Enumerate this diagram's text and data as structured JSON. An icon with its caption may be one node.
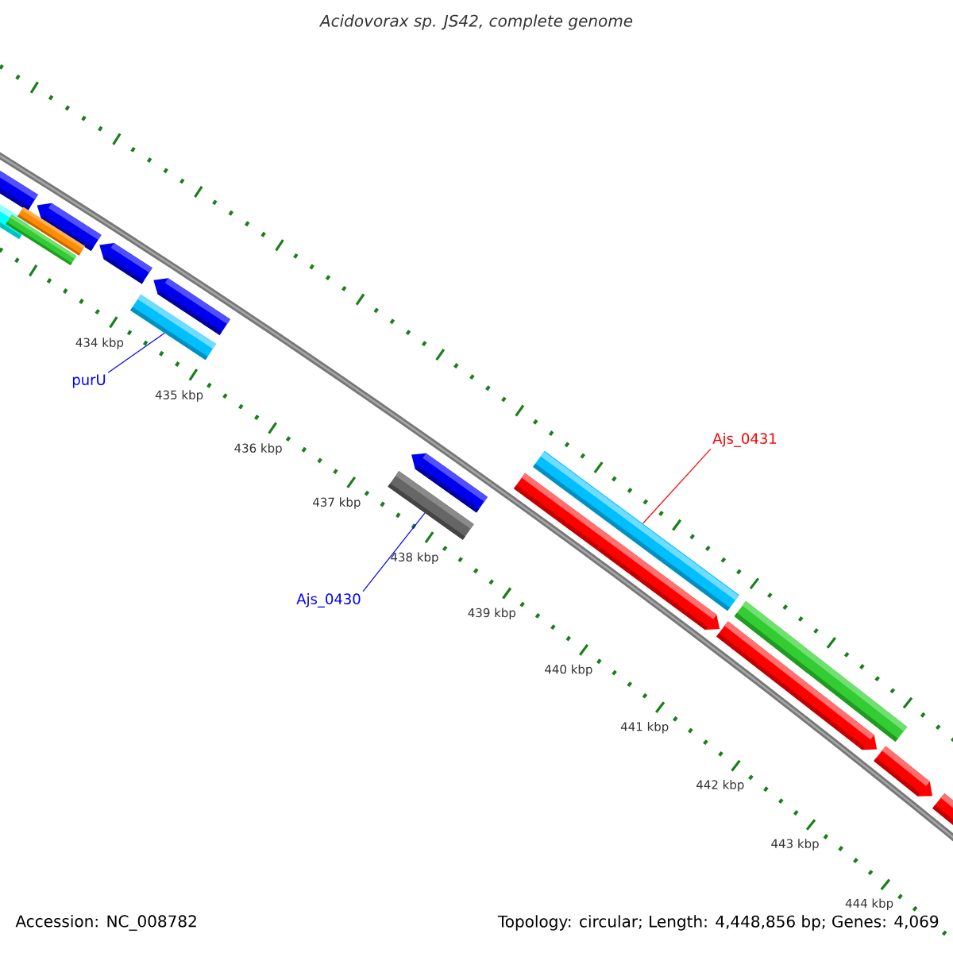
{
  "diagram": {
    "title": "Acidovorax sp. JS42, complete genome",
    "nodes": [
      {
        "text": [
          "purU"
        ]
      },
      {
        "text": [],
        "shape": "bar"
      },
      {
        "text": [
          "Ajs_0431"
        ]
      },
      {
        "text": [],
        "shape": "bar"
      },
      {
        "text": [
          "Ajs_0430"
        ]
      },
      {
        "text": [],
        "shape": "bar"
      }
    ],
    "edges": [
      {
        "from": 0,
        "to": 1,
        "arrow": "none"
      },
      {
        "from": 2,
        "to": 3,
        "arrow": "none",
        "color": "#ff0000"
      },
      {
        "from": 4,
        "to": 5,
        "arrow": "none"
      }
    ],
    "labels": [
      "434 kbp",
      "435 kbp",
      "436 kbp",
      "437 kbp",
      "438 kbp",
      "439 kbp",
      "440 kbp",
      "441 kbp",
      "442 kbp",
      "443 kbp",
      "444 kbp",
      "Accession: NC_008782",
      "Topology: circular; Length: 4,448,856 bp; Genes: 4,069"
    ]
  }
}
